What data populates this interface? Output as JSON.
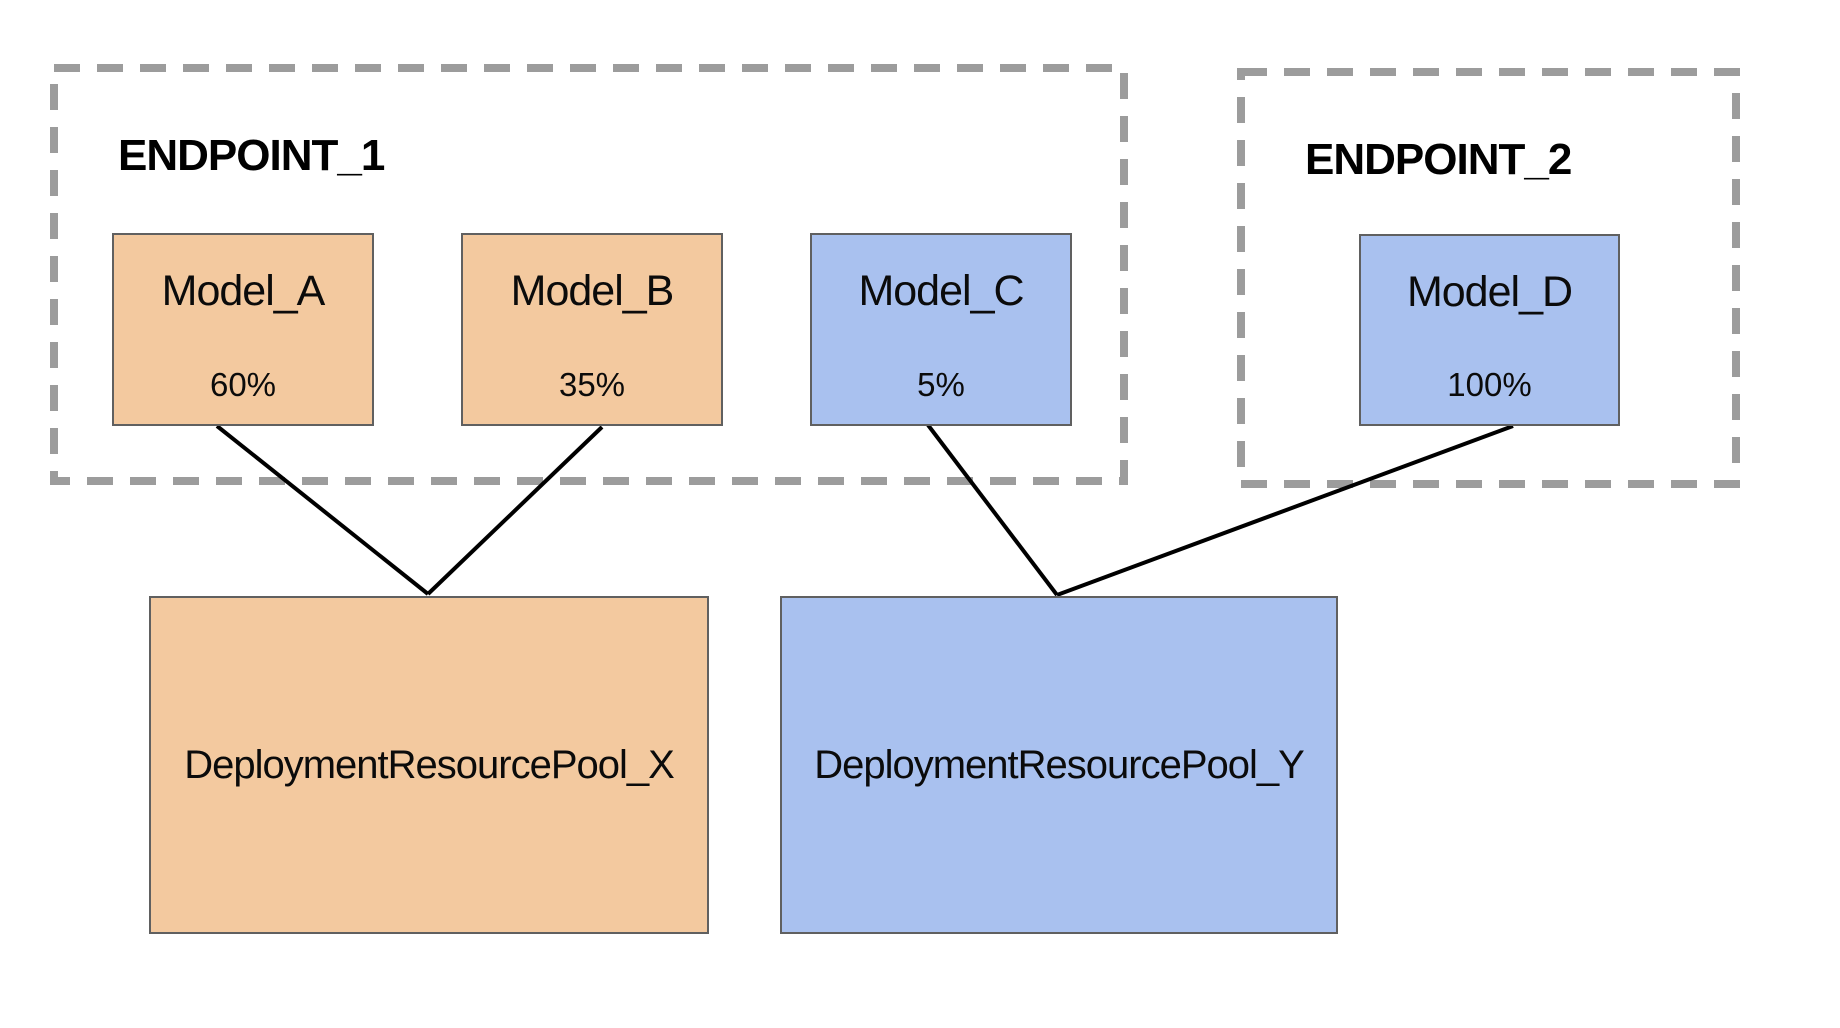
{
  "diagram": {
    "endpoints": [
      {
        "label": "ENDPOINT_1",
        "models": [
          {
            "name": "Model_A",
            "traffic": "60%",
            "color": "orange"
          },
          {
            "name": "Model_B",
            "traffic": "35%",
            "color": "orange"
          },
          {
            "name": "Model_C",
            "traffic": "5%",
            "color": "blue"
          }
        ]
      },
      {
        "label": "ENDPOINT_2",
        "models": [
          {
            "name": "Model_D",
            "traffic": "100%",
            "color": "blue"
          }
        ]
      }
    ],
    "pools": [
      {
        "name": "DeploymentResourcePool_X",
        "color": "orange"
      },
      {
        "name": "DeploymentResourcePool_Y",
        "color": "blue"
      }
    ],
    "connections": [
      {
        "from": "Model_A",
        "to": "DeploymentResourcePool_X"
      },
      {
        "from": "Model_B",
        "to": "DeploymentResourcePool_X"
      },
      {
        "from": "Model_C",
        "to": "DeploymentResourcePool_Y"
      },
      {
        "from": "Model_D",
        "to": "DeploymentResourcePool_Y"
      }
    ],
    "colors": {
      "orange_fill": "#f3c99f",
      "blue_fill": "#a9c1ef",
      "node_border": "#606060",
      "endpoint_dashed_border": "#9c9c9c",
      "connector": "#000000"
    }
  }
}
